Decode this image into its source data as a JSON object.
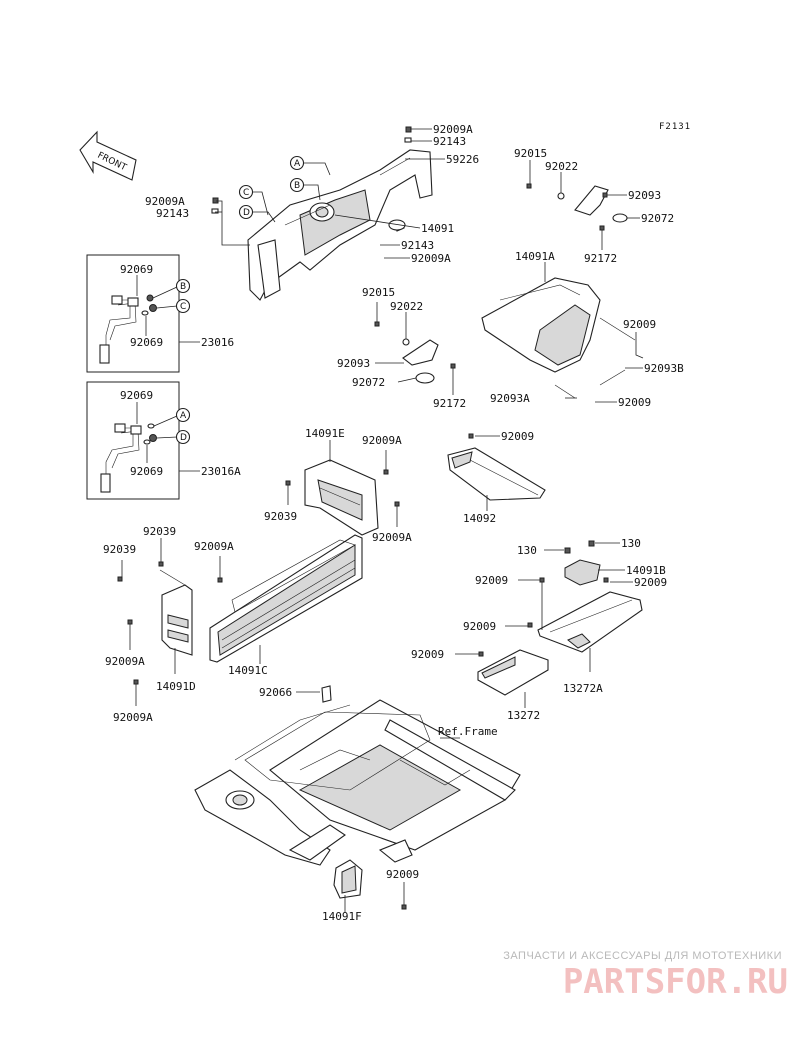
{
  "diagram": {
    "figure_code": "F2131",
    "front_label": "FRONT",
    "labels": {
      "p92009A_1": "92009A",
      "p92143_1": "92143",
      "p59226": "59226",
      "p92009A_2": "92009A",
      "p92143_2": "92143",
      "p14091": "14091",
      "p92143_3": "92143",
      "p92009A_3": "92009A",
      "p92015_1": "92015",
      "p92022_1": "92022",
      "p92093_1": "92093",
      "p92072_1": "92072",
      "p92172_1": "92172",
      "p92069_1": "92069",
      "p92069_2": "92069",
      "p23016": "23016",
      "p92015_2": "92015",
      "p92022_2": "92022",
      "p92093_2": "92093",
      "p92072_2": "92072",
      "p92172_2": "92172",
      "p14091A": "14091A",
      "p92009_1": "92009",
      "p92093B": "92093B",
      "p92093A": "92093A",
      "p92009_2": "92009",
      "p92069_3": "92069",
      "p92069_4": "92069",
      "p23016A": "23016A",
      "p14091E": "14091E",
      "p92009A_4": "92009A",
      "p92039_1": "92039",
      "p92009A_5": "92009A",
      "p92009_3": "92009",
      "p14092": "14092",
      "p92039_2": "92039",
      "p92039_3": "92039",
      "p92009A_6": "92009A",
      "p92009A_7": "92009A",
      "p14091D": "14091D",
      "p92009A_8": "92009A",
      "p14091C": "14091C",
      "p130_1": "130",
      "p130_2": "130",
      "p14091B": "14091B",
      "p92009_4": "92009",
      "p92009_5": "92009",
      "p92009_6": "92009",
      "p92009_7": "92009",
      "p13272A": "13272A",
      "p13272": "13272",
      "p92066": "92066",
      "refframe": "Ref.Frame",
      "p92009_8": "92009",
      "p14091F": "14091F"
    },
    "callouts": {
      "A1": "A",
      "B1": "B",
      "C1": "C",
      "D1": "D",
      "B2": "B",
      "C2": "C",
      "A2": "A",
      "D2": "D"
    }
  },
  "watermark": {
    "tagline": "ЗАПЧАСТИ И АКСЕССУАРЫ ДЛЯ МОТОТЕХНИКИ",
    "logo": "PARTSFOR.RU"
  }
}
